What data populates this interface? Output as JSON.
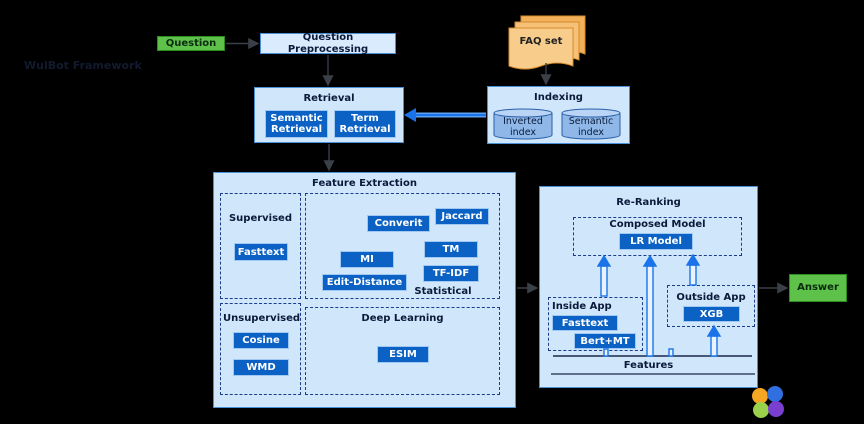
{
  "title": "WulBot Framework",
  "question": "Question",
  "question_preprocessing": "Question Preprocessing",
  "faq_set": "FAQ set",
  "answer": "Answer",
  "retrieval": {
    "title": "Retrieval",
    "semantic": "Semantic Retrieval",
    "term": "Term Retrieval"
  },
  "indexing": {
    "title": "Indexing",
    "inverted": "Inverted index",
    "semantic": "Semantic index"
  },
  "feature_extraction": {
    "title": "Feature Extraction",
    "supervised": "Supervised",
    "fasttext": "Fasttext",
    "unsupervised": "Unsupervised",
    "cosine": "Cosine",
    "wmd": "WMD",
    "statistical": "Statistical",
    "converit": "Converit",
    "jaccard": "Jaccard",
    "mi": "MI",
    "tm": "TM",
    "edit_distance": "Edit-Distance",
    "tfidf": "TF-IDF",
    "deep_learning": "Deep Learning",
    "esim": "ESIM"
  },
  "reranking": {
    "title": "Re-Ranking",
    "composed_model": "Composed Model",
    "lr_model": "LR Model",
    "inside_app": "Inside App",
    "fasttext": "Fasttext",
    "bert_mt": "Bert+MT",
    "outside_app": "Outside App",
    "xgb": "XGB",
    "features": "Features"
  },
  "colors": {
    "background": "#000000",
    "panel": "#cfe6fb",
    "chip": "#0b62c4",
    "green": "#5ec14a",
    "arrow": "#1a73e8"
  }
}
